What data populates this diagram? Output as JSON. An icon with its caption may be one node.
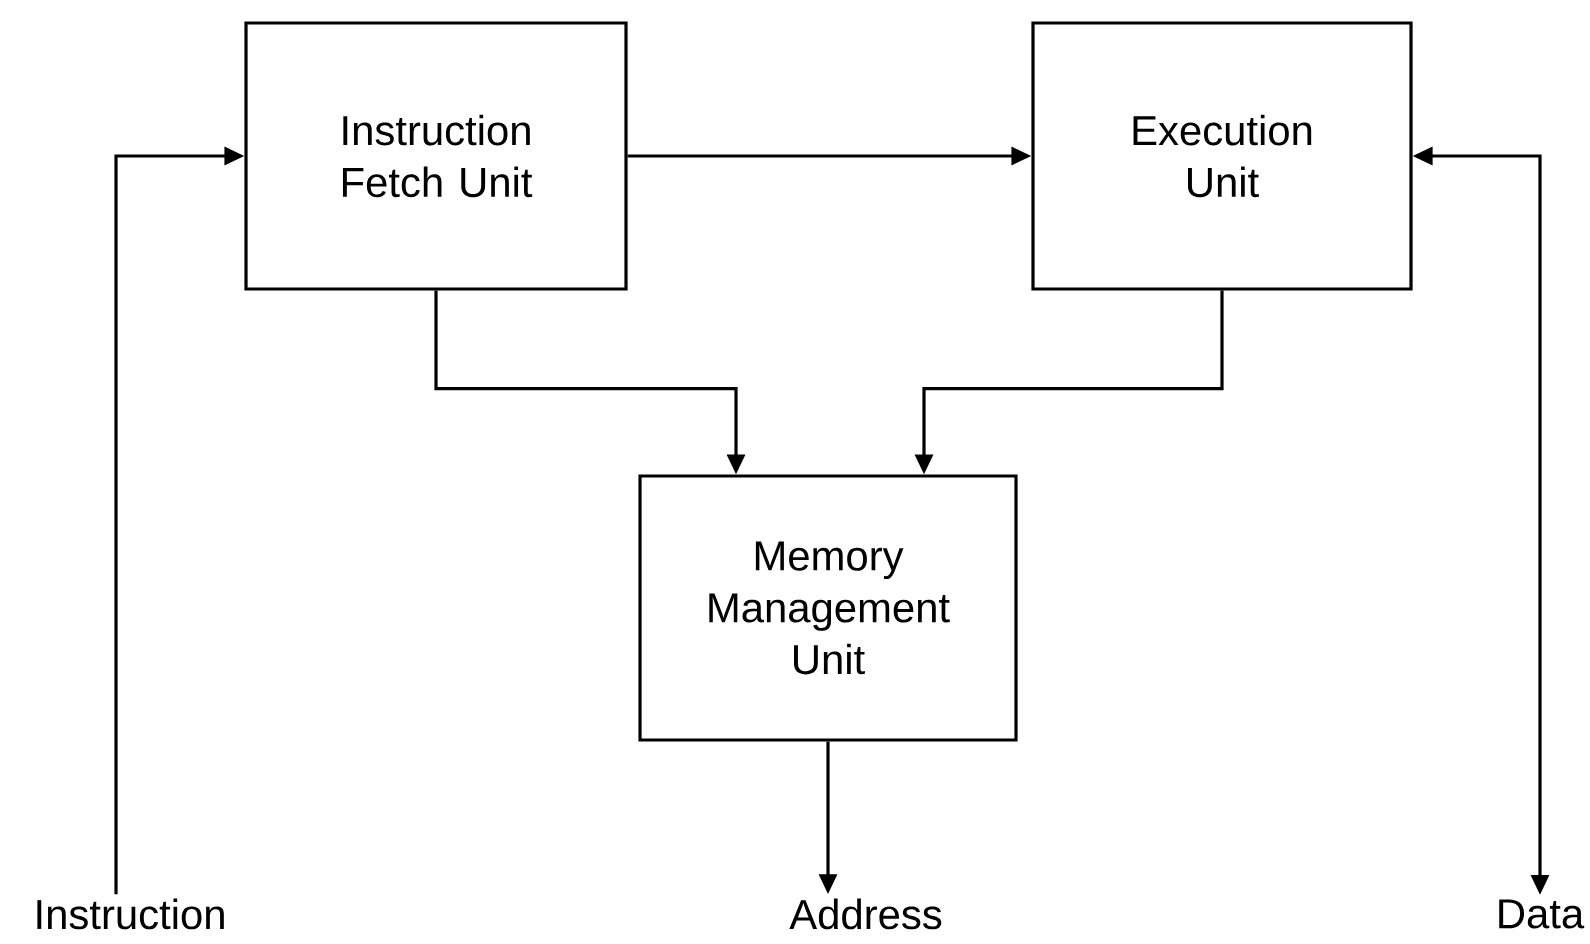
{
  "diagram": {
    "nodes": [
      {
        "text": [
          "Instruction Fetch Unit"
        ]
      },
      {
        "text": [
          "Execution Unit"
        ]
      },
      {
        "text": [
          "Memory Management Unit"
        ]
      },
      {
        "text": [
          "Instruction"
        ]
      },
      {
        "text": [
          "Address"
        ]
      },
      {
        "text": [
          "Data"
        ]
      }
    ],
    "edges": [
      {
        "from": 3,
        "to": 0,
        "arrow": "to"
      },
      {
        "from": 0,
        "to": 1,
        "arrow": "to"
      },
      {
        "from": 0,
        "to": 2,
        "arrow": "to"
      },
      {
        "from": 1,
        "to": 2,
        "arrow": "to"
      },
      {
        "from": 2,
        "to": 4,
        "arrow": "to"
      },
      {
        "from": 1,
        "to": 5,
        "arrow": "both"
      }
    ]
  }
}
